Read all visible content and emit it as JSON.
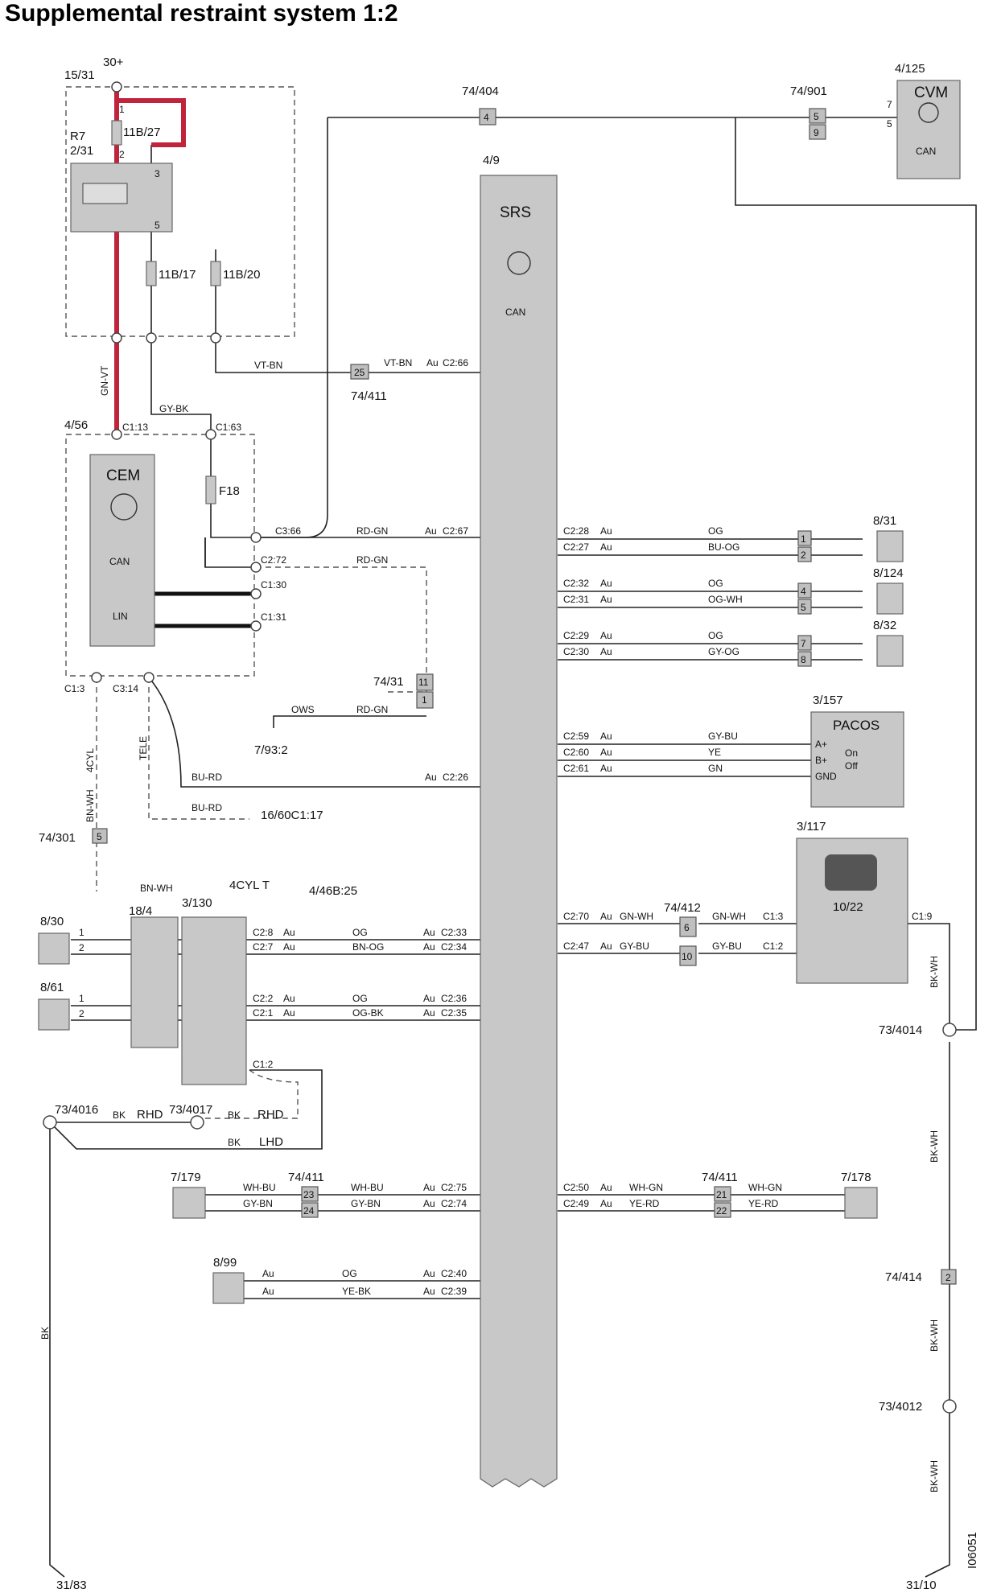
{
  "title": "Supplemental restraint system 1:2",
  "figure_id": "I06051",
  "srs": {
    "ref": "4/9",
    "name": "SRS",
    "can": "CAN"
  },
  "cem": {
    "ref": "4/56",
    "name": "CEM",
    "can": "CAN",
    "lin": "LIN"
  },
  "cvm": {
    "ref": "4/125",
    "name": "CVM",
    "can": "CAN",
    "pin7": "7",
    "pin5": "5"
  },
  "pacos": {
    "ref": "3/157",
    "name": "PACOS",
    "on": "On",
    "off": "Off",
    "ap": "A+",
    "bp": "B+",
    "gnd": "GND"
  },
  "lamp": {
    "ref": "3/117",
    "sub": "10/22"
  },
  "relay": {
    "ref_a": "R7",
    "ref_b": "2/31",
    "box": "15/31",
    "supply": "30+",
    "p1": "1",
    "p2": "2",
    "p3": "3",
    "p5": "5"
  },
  "fuses": {
    "f27": "11B/27",
    "f17": "11B/17",
    "f20": "11B/20",
    "f18": "F18"
  },
  "wires": {
    "gnvt": "GN-VT",
    "gybk": "GY-BK",
    "vtbn": "VT-BN",
    "rdgn": "RD-GN",
    "og": "OG",
    "buog": "BU-OG",
    "ogwh": "OG-WH",
    "gyog": "GY-OG",
    "gybu": "GY-BU",
    "ye": "YE",
    "gn": "GN",
    "bnog": "BN-OG",
    "ogbk": "OG-BK",
    "gnwh": "GN-WH",
    "whbu": "WH-BU",
    "gybn": "GY-BN",
    "whgn": "WH-GN",
    "yerd": "YE-RD",
    "yebk": "YE-BK",
    "bkwh": "BK-WH",
    "bk": "BK",
    "burd": "BU-RD",
    "bnwh": "BN-WH",
    "ows": "OWS"
  },
  "pins": {
    "c113": "C1:13",
    "c163": "C1:63",
    "c366": "C3:66",
    "c272": "C2:72",
    "c130": "C1:30",
    "c131": "C1:31",
    "c13": "C1:3",
    "c314": "C3:14",
    "c266": "C2:66",
    "c267": "C2:67",
    "c226": "C2:26",
    "c228": "C2:28",
    "c227": "C2:27",
    "c232": "C2:32",
    "c231": "C2:31",
    "c229": "C2:29",
    "c230": "C2:30",
    "c259": "C2:59",
    "c260": "C2:60",
    "c261": "C2:61",
    "c270": "C2:70",
    "c247": "C2:47",
    "c233": "C2:33",
    "c234": "C2:34",
    "c236": "C2:36",
    "c235": "C2:35",
    "c28": "C2:8",
    "c27": "C2:7",
    "c22": "C2:2",
    "c21": "C2:1",
    "c12": "C1:2",
    "c275": "C2:75",
    "c274": "C2:74",
    "c250": "C2:50",
    "c249": "C2:49",
    "c240": "C2:40",
    "c239": "C2:39",
    "c19": "C1:9",
    "c13l": "C1:3",
    "c12l": "C1:2"
  },
  "refs": {
    "r74404": "74/404",
    "r74901": "74/901",
    "r74411": "74/411",
    "r7431": "74/31",
    "r79332": "7/93:2",
    "r74301": "74/301",
    "r1660": "16/60C1:17",
    "r446": "4/46B:25",
    "r831": "8/31",
    "r8124": "8/124",
    "r832": "8/32",
    "r74412": "74/412",
    "r830": "8/30",
    "r861": "8/61",
    "r184": "18/4",
    "r3130": "3/130",
    "r734016": "73/4016",
    "r734017": "73/4017",
    "r734014": "73/4014",
    "r7179": "7/179",
    "r7178": "7/178",
    "r899": "8/99",
    "r74414": "74/414",
    "r734012": "73/4012",
    "r3183": "31/83",
    "r3110": "31/10"
  },
  "misc": {
    "au": "Au",
    "rhd": "RHD",
    "lhd": "LHD",
    "tele": "TELE",
    "cyl4": "4CYL",
    "cyl4t": "4CYL T",
    "bnwh_lbl": "BN-WH",
    "bkwh_lbl": "BK-WH",
    "n1": "1",
    "n2": "2",
    "n3": "3",
    "n4": "4",
    "n5": "5",
    "n6": "6",
    "n7": "7",
    "n8": "8",
    "n9": "9",
    "n10": "10",
    "n11": "11",
    "n21": "21",
    "n22": "22",
    "n23": "23",
    "n24": "24",
    "n25": "25"
  }
}
